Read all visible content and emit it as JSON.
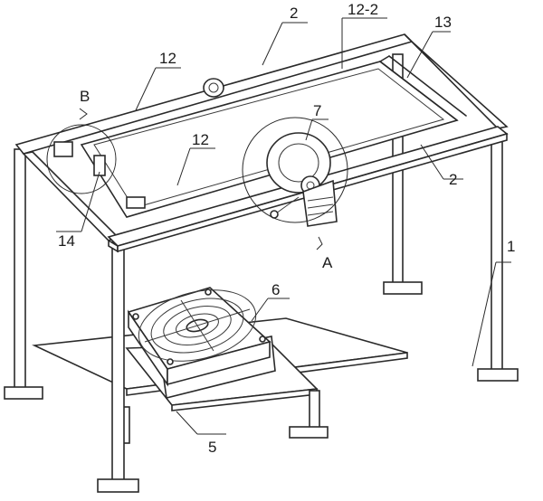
{
  "labels": {
    "l1": "1",
    "l2a": "2",
    "l2b": "2",
    "l5": "5",
    "l6": "6",
    "l7": "7",
    "l12a": "12",
    "l12b": "12",
    "l12_2": "12-2",
    "l13": "13",
    "l14": "14",
    "lA": "A",
    "lB": "B"
  }
}
